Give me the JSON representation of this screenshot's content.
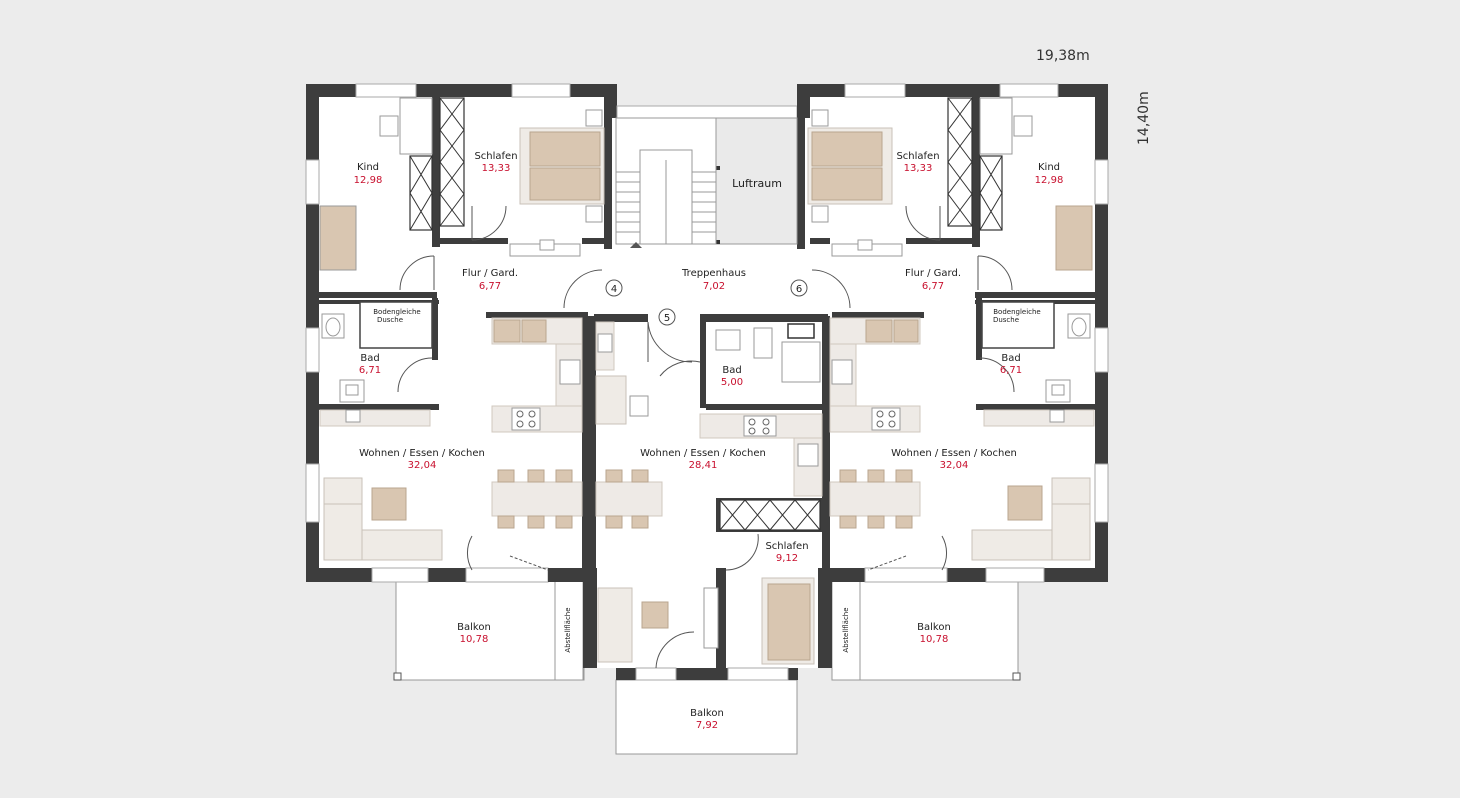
{
  "dimensions": {
    "width": "19,38m",
    "depth": "14,40m"
  },
  "rooms": {
    "kind_left": {
      "name": "Kind",
      "area": "12,98"
    },
    "schlafen_left": {
      "name": "Schlafen",
      "area": "13,33"
    },
    "luftraum": {
      "name": "Luftraum"
    },
    "schlafen_right": {
      "name": "Schlafen",
      "area": "13,33"
    },
    "kind_right": {
      "name": "Kind",
      "area": "12,98"
    },
    "flur_left": {
      "name": "Flur / Gard.",
      "area": "6,77"
    },
    "treppenhaus": {
      "name": "Treppenhaus",
      "area": "7,02"
    },
    "flur_right": {
      "name": "Flur / Gard.",
      "area": "6,77"
    },
    "bad_left": {
      "name": "Bad",
      "area": "6,71"
    },
    "bad_mid": {
      "name": "Bad",
      "area": "5,00"
    },
    "bad_right": {
      "name": "Bad",
      "area": "6,71"
    },
    "dusche_left": {
      "line1": "Bodengleiche",
      "line2": "Dusche"
    },
    "dusche_right": {
      "line1": "Bodengleiche",
      "line2": "Dusche"
    },
    "wohnen_left": {
      "name": "Wohnen / Essen / Kochen",
      "area": "32,04"
    },
    "wohnen_mid": {
      "name": "Wohnen / Essen / Kochen",
      "area": "28,41"
    },
    "wohnen_right": {
      "name": "Wohnen / Essen / Kochen",
      "area": "32,04"
    },
    "schlafen_mid": {
      "name": "Schlafen",
      "area": "9,12"
    },
    "balkon_left": {
      "name": "Balkon",
      "area": "10,78"
    },
    "balkon_right": {
      "name": "Balkon",
      "area": "10,78"
    },
    "balkon_mid": {
      "name": "Balkon",
      "area": "7,92"
    },
    "abstell_left": {
      "name": "Abstellfläche"
    },
    "abstell_right": {
      "name": "Abstellfläche"
    }
  },
  "apartment_numbers": {
    "a": "4",
    "b": "5",
    "c": "6"
  }
}
